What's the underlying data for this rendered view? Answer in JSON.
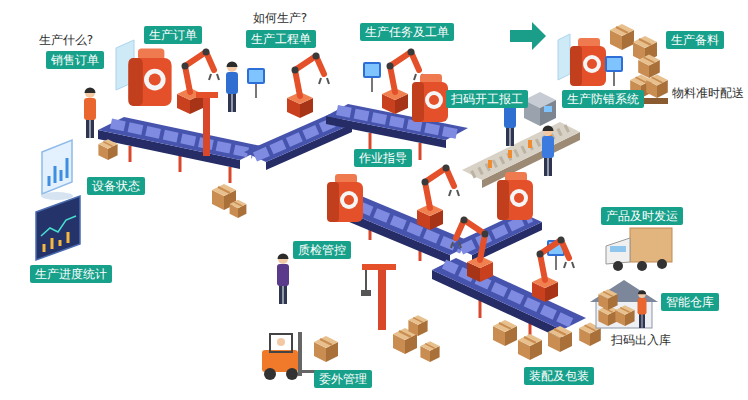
{
  "diagram": {
    "nodes": [
      {
        "text": [
          "销售订单"
        ]
      },
      {
        "text": [
          "生产订单"
        ]
      },
      {
        "text": [
          "生产工程单"
        ]
      },
      {
        "text": [
          "生产任务及工单"
        ]
      },
      {
        "text": [
          "生产备料"
        ]
      },
      {
        "text": [
          "扫码开工报工"
        ]
      },
      {
        "text": [
          "生产防错系统"
        ]
      },
      {
        "text": [
          "设备状态"
        ]
      },
      {
        "text": [
          "作业指导"
        ]
      },
      {
        "text": [
          "生产进度统计"
        ]
      },
      {
        "text": [
          "质检管控"
        ]
      },
      {
        "text": [
          "产品及时发运"
        ]
      },
      {
        "text": [
          "智能仓库"
        ]
      },
      {
        "text": [
          "委外管理"
        ]
      },
      {
        "text": [
          "装配及包装"
        ]
      }
    ],
    "labels": [
      "生产什么?",
      "如何生产?",
      "物料准时配送",
      "扫码出入库"
    ]
  }
}
